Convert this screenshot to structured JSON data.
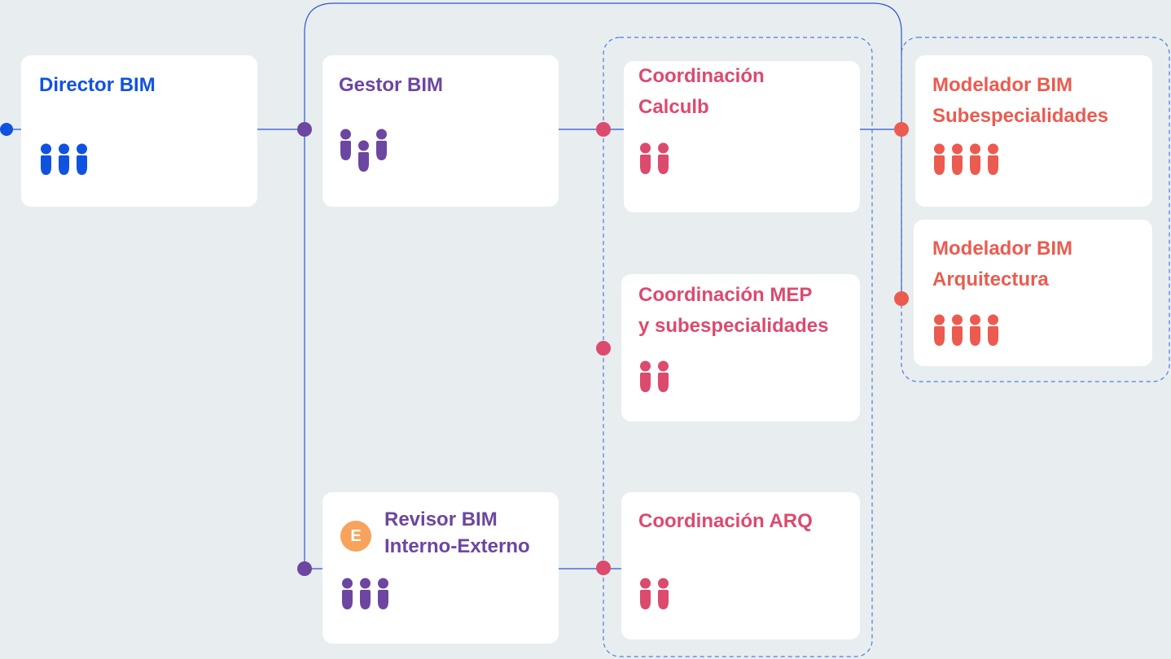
{
  "colors": {
    "background": "#e8edef",
    "line": "#2a55d8",
    "director": "#1052e0",
    "gestor": "#6c46a0",
    "revisor": "#6c46a0",
    "coordinacion": "#dc4a6e",
    "modelador": "#eb5b50",
    "badge": "#f7a35c"
  },
  "cards": {
    "director": {
      "title": [
        "Director BIM"
      ],
      "people": 3,
      "icon": "people-icon"
    },
    "gestor": {
      "title": [
        "Gestor BIM"
      ],
      "people": 3,
      "icon": "people-icon"
    },
    "revisor": {
      "title": [
        "Revisor BIM",
        "Interno-Externo"
      ],
      "badge": "E",
      "people": 3,
      "icon": "people-icon"
    },
    "coord_calculb": {
      "title": [
        "Coordinación",
        "Calculb"
      ],
      "people": 2,
      "icon": "people-icon"
    },
    "coord_mep": {
      "title": [
        "Coordinación MEP",
        "y subespecialidades"
      ],
      "people": 2,
      "icon": "people-icon"
    },
    "coord_arq": {
      "title": [
        "Coordinación ARQ"
      ],
      "people": 2,
      "icon": "people-icon"
    },
    "modelador_sub": {
      "title": [
        "Modelador BIM",
        "Subespecialidades"
      ],
      "people": 4,
      "icon": "people-icon"
    },
    "modelador_arq": {
      "title": [
        "Modelador BIM",
        "Arquitectura"
      ],
      "people": 4,
      "icon": "people-icon"
    }
  }
}
